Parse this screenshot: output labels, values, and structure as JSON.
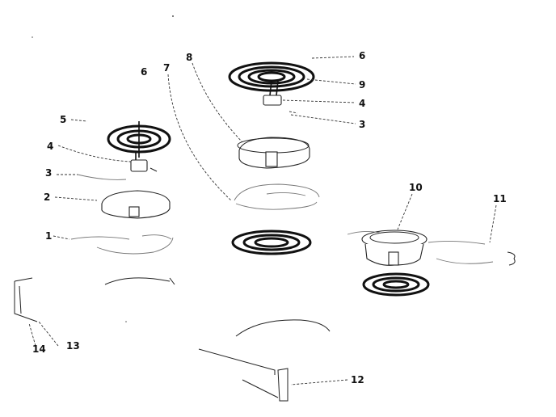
{
  "labels": {
    "l6a": "6",
    "l9": "9",
    "l4a": "4",
    "l3a": "3",
    "l8": "8",
    "l7": "7",
    "l6b": "6",
    "l5": "5",
    "l4b": "4",
    "l3b": "3",
    "l2": "2",
    "l1": "1",
    "l10": "10",
    "l11": "11",
    "l12": "12",
    "l13": "13",
    "l14": "14"
  },
  "colors": {
    "ink": "#111111",
    "paper": "#ffffff"
  }
}
